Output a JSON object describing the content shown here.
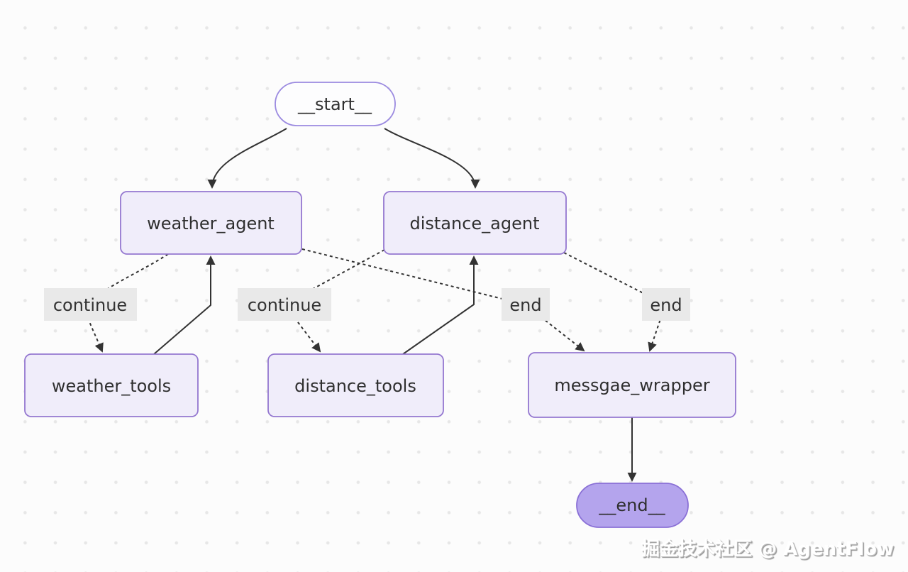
{
  "diagram": {
    "type": "flowchart",
    "direction": "top-down",
    "nodes": {
      "start": {
        "label": "__start__",
        "shape": "stadium"
      },
      "weather_agent": {
        "label": "weather_agent",
        "shape": "rect"
      },
      "distance_agent": {
        "label": "distance_agent",
        "shape": "rect"
      },
      "weather_tools": {
        "label": "weather_tools",
        "shape": "rect"
      },
      "distance_tools": {
        "label": "distance_tools",
        "shape": "rect"
      },
      "messgae_wrapper": {
        "label": "messgae_wrapper",
        "shape": "rect"
      },
      "end": {
        "label": "__end__",
        "shape": "stadium"
      }
    },
    "edge_labels": {
      "weather_continue": "continue",
      "distance_continue": "continue",
      "weather_end": "end",
      "distance_end": "end"
    },
    "edges": [
      {
        "from": "__start__",
        "to": "weather_agent",
        "style": "solid",
        "label": ""
      },
      {
        "from": "__start__",
        "to": "distance_agent",
        "style": "solid",
        "label": ""
      },
      {
        "from": "weather_agent",
        "to": "weather_tools",
        "style": "dotted",
        "label": "continue"
      },
      {
        "from": "weather_tools",
        "to": "weather_agent",
        "style": "solid",
        "label": ""
      },
      {
        "from": "weather_agent",
        "to": "messgae_wrapper",
        "style": "dotted",
        "label": "end"
      },
      {
        "from": "distance_agent",
        "to": "distance_tools",
        "style": "dotted",
        "label": "continue"
      },
      {
        "from": "distance_tools",
        "to": "distance_agent",
        "style": "solid",
        "label": ""
      },
      {
        "from": "distance_agent",
        "to": "messgae_wrapper",
        "style": "dotted",
        "label": "end"
      },
      {
        "from": "messgae_wrapper",
        "to": "__end__",
        "style": "solid",
        "label": ""
      }
    ],
    "colors": {
      "node_fill": "#f0edfa",
      "node_border": "#9477d0",
      "start_fill": "#fdfdfe",
      "end_fill": "#b4a4ed",
      "end_border": "#8a70d6",
      "edge": "#333333",
      "edge_label_bg": "#e9e9e9",
      "text": "#2f2f2f",
      "background": "#fcfcfc",
      "grid_dot": "#e7e7e7"
    }
  },
  "watermark": {
    "text": "掘金技术社区 @ AgentFlow"
  }
}
